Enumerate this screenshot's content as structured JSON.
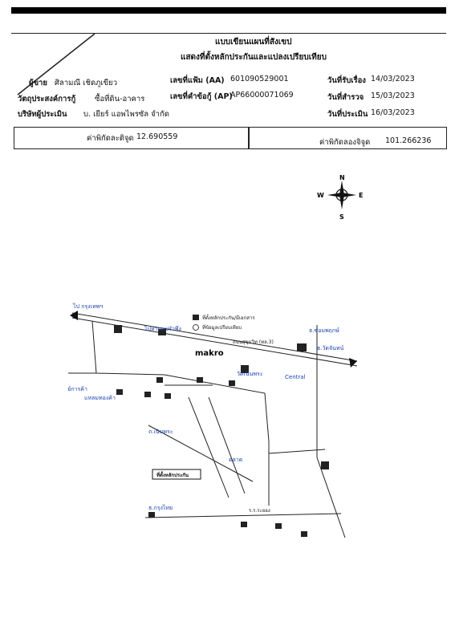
{
  "header": {
    "title_line1": "แบบเขียนแผนที่สังเขป",
    "title_line2": "แสดงที่ตั้งหลักประกันและแปลงเปรียบเทียบ",
    "owner_label": "ผู้ขาย",
    "owner_value": "ศิลามณี เชิดภูเขียว",
    "purpose_label": "วัตถุประสงค์การกู้",
    "purpose_value": "ซื้อที่ดิน-อาคาร",
    "appraiser_label": "บริษัทผู้ประเมิน",
    "appraiser_value": "บ. เยียร์ แอพไพรซัล จำกัด",
    "file_label": "เลขที่แฟ้ม (AA)",
    "file_value": "601090529001",
    "request_label": "เลขที่คำข้อกู้ (AP)",
    "request_value": "AP66000071069",
    "received_label": "วันที่รับเรื่อง",
    "received_value": "14/03/2023",
    "survey_label": "วันที่สำรวจ",
    "survey_value": "15/03/2023",
    "appraise_label": "วันที่ประเมิน",
    "appraise_value": "16/03/2023"
  },
  "coordinates": {
    "lat_label": "ค่าพิกัดละติจูด",
    "lat_value": "12.690559",
    "lon_label": "ค่าพิกัดลองจิจูด",
    "lon_value": "101.266236"
  },
  "compass": {
    "n": "N",
    "s": "S",
    "e": "E",
    "w": "W"
  },
  "map": {
    "road_to_bangkok": "ไป กรุงเทพฯ",
    "road_name": "ถนนสุขุมวิท (ทล.3)",
    "makro": "makro",
    "legend_collateral": "ที่ตั้งหลักประกัน/มีเอกสาร",
    "legend_compare": "ที่ข้อมูลเปรียบเทียบ",
    "collateral_box": "ที่ตั้งหลักประกัน",
    "temple": "ร.ร.ระยอง",
    "central": "Central",
    "blue_labels": [
      "ไปหาดแม่รำพึง",
      "ธ.ซ่อมพฤกษ์",
      "ธ.วัดจันทน์",
      "วัดเนินพระ",
      "ศูนย์การค้า",
      "แหลมทองค้า",
      "ธ.กรุงไทย",
      "ตลาด",
      "ถ.เนินพระ"
    ]
  }
}
